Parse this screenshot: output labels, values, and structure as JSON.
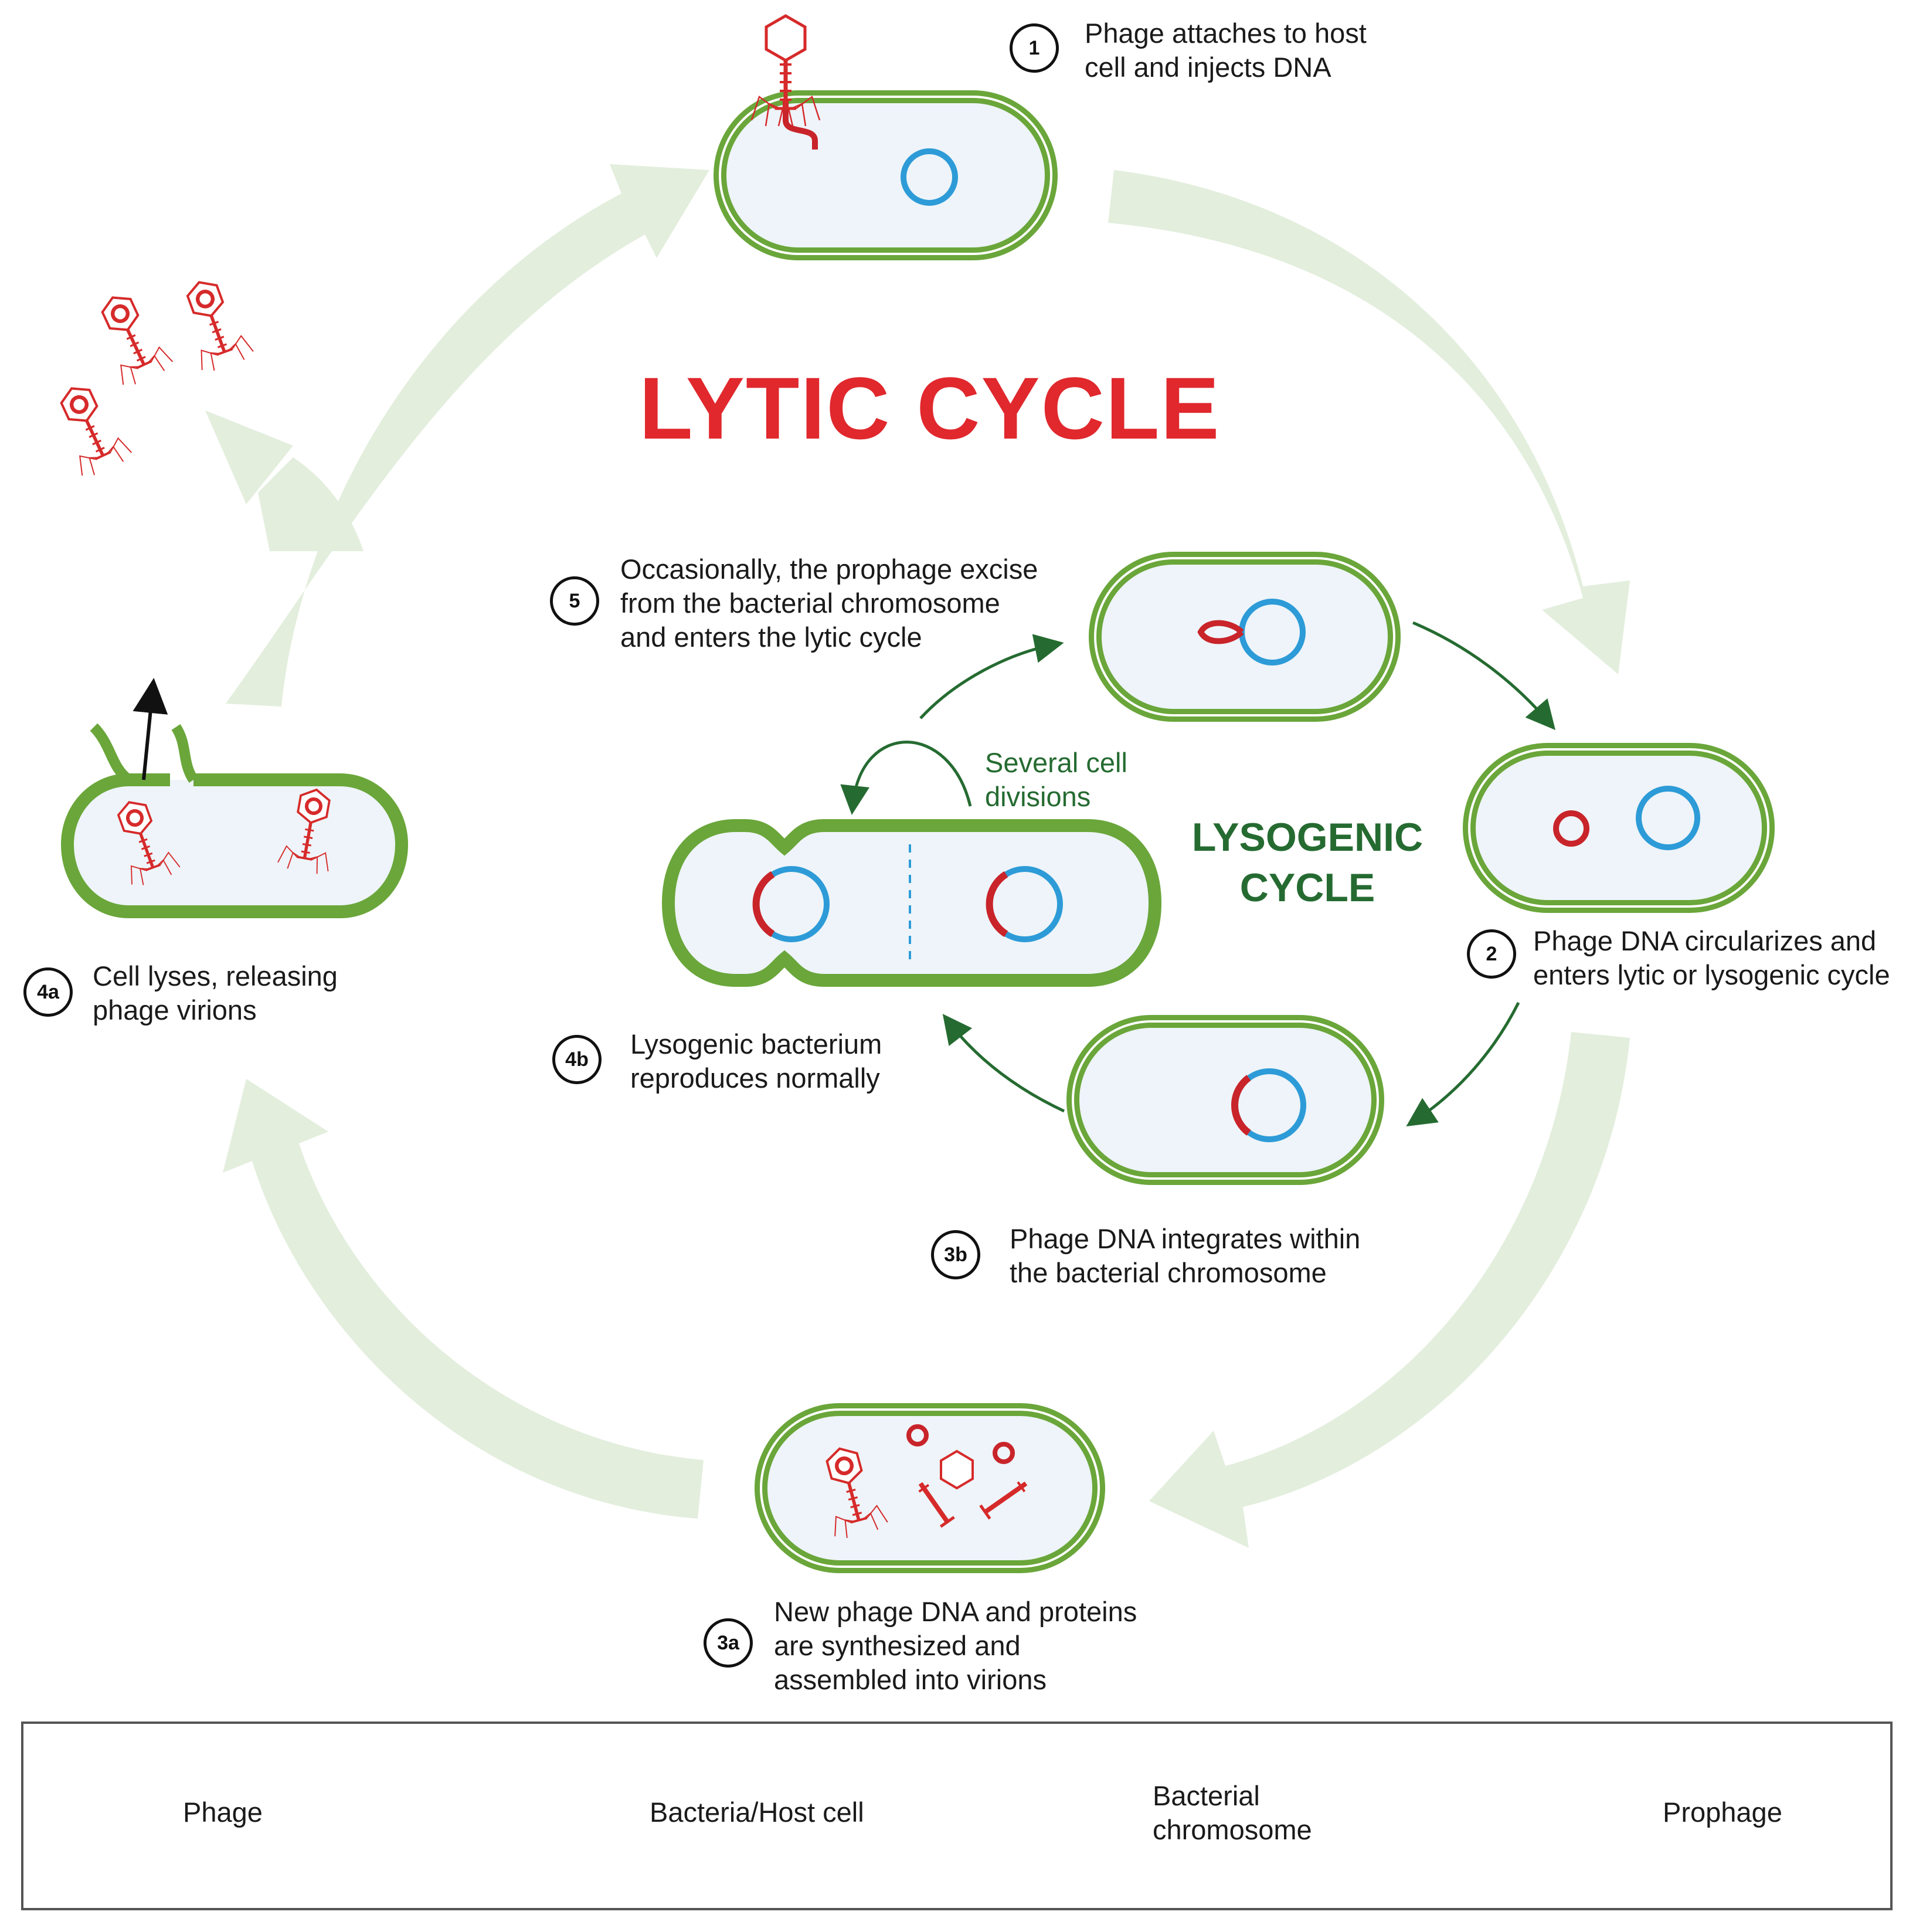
{
  "titles": {
    "lytic": "LYTIC CYCLE",
    "lysogenic": [
      "LYSOGENIC",
      "CYCLE"
    ]
  },
  "steps": {
    "s1": {
      "badge": "1",
      "lines": [
        "Phage attaches to host",
        "cell and injects DNA"
      ]
    },
    "s2": {
      "badge": "2",
      "lines": [
        "Phage DNA circularizes and",
        "enters lytic or lysogenic cycle"
      ]
    },
    "s3a": {
      "badge": "3a",
      "lines": [
        "New phage DNA and proteins",
        "are synthesized and",
        "assembled into virions"
      ]
    },
    "s3b": {
      "badge": "3b",
      "lines": [
        "Phage DNA integrates within",
        "the bacterial chromosome"
      ]
    },
    "s4a": {
      "badge": "4a",
      "lines": [
        "Cell lyses, releasing",
        "phage virions"
      ]
    },
    "s4b": {
      "badge": "4b",
      "lines": [
        "Lysogenic bacterium",
        "reproduces normally"
      ]
    },
    "s5": {
      "badge": "5",
      "lines": [
        "Occasionally, the prophage excise",
        "from the bacterial chromosome",
        "and enters the lytic cycle"
      ]
    }
  },
  "division_label": [
    "Several cell",
    "divisions"
  ],
  "legend": {
    "phage": "Phage",
    "host": "Bacteria/Host cell",
    "chromosome": [
      "Bacterial",
      "chromosome"
    ],
    "prophage": "Prophage"
  },
  "colors": {
    "lytic_red": "#e0282d",
    "lysogenic_green": "#256b31",
    "cell_wall": "#6aa63a",
    "cell_fill": "#eef4f9",
    "chromosome_blue": "#2d9bd7",
    "phage_red": "#d62a2a",
    "big_arrow": "#e3eedd"
  }
}
